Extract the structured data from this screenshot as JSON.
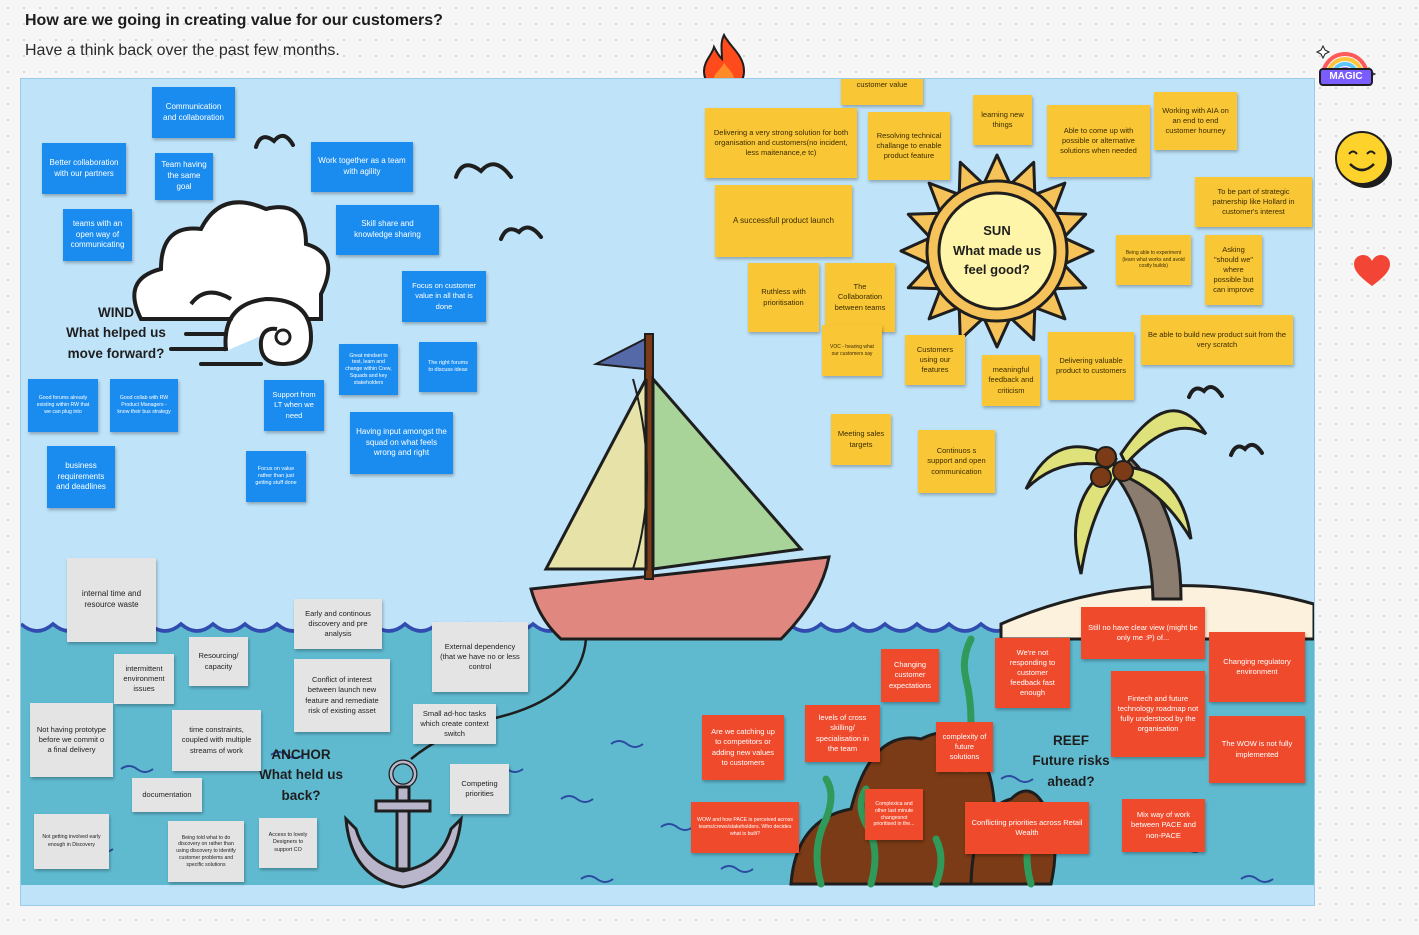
{
  "header": {
    "title": "How are we going in creating value for our customers?",
    "subtitle": "Have a think back over the past few months."
  },
  "icons": [
    "fire-icon",
    "magic-rainbow-icon",
    "smiley-icon",
    "heart-icon",
    "bird-icon",
    "cloud-icon",
    "wind-icon",
    "sun-icon",
    "sailboat-icon",
    "anchor-icon",
    "palm-tree-icon",
    "reef-icon",
    "seaweed-icon"
  ],
  "colors": {
    "sky": "#bfe3f9",
    "sea": "#5fbad0",
    "blue_note": "#1a8cf0",
    "yellow_note": "#f9c636",
    "red_note": "#f04a2c",
    "grey_note": "#e4e4e4"
  },
  "sections": {
    "wind": {
      "line1": "WIND",
      "line2": "What helped us",
      "line3": "move forward?"
    },
    "sun": {
      "line1": "SUN",
      "line2": "What made us",
      "line3": "feel good?"
    },
    "anchor": {
      "line1": "ANCHOR",
      "line2": "What held us",
      "line3": "back?"
    },
    "reef": {
      "line1": "REEF",
      "line2": "Future risks",
      "line3": "ahead?"
    }
  },
  "badges": {
    "magic": "MAGIC"
  },
  "notes": {
    "blue": [
      "Communication and collaboration",
      "Better collaboration with our partners",
      "Team having the same goal",
      "Work together as a team with agility",
      "teams with an open way of communicating",
      "Skill share and knowledge sharing",
      "Focus on customer value in all that is done",
      "Great mindset to test, learn and change within Crew, Squads and key stakeholders",
      "The right forums to discuss ideas",
      "Good forums already existing within RW that we can plug into",
      "Good collab with RW Product Managers - know their bus strategy",
      "Support from LT when we need",
      "Having input amongst the squad on what feels wrong and right",
      "business requirements and deadlines",
      "Focus on value rather than just getting stuff done"
    ],
    "yellow": [
      "Being able to deliver customer value",
      "Delivering a very strong solution for both organisation and customers(no incident, less maitenance,e tc)",
      "Resolving technical challange to enable product feature",
      "learning new things",
      "Able to come up with possible or alternative solutions when needed",
      "Working with AIA on an end to end customer hourney",
      "To be part of strategic patnership like Hollard in customer's interest",
      "A successfull product launch",
      "Being able to experiment (learn what works and avoid costly builds)",
      "Asking \"should we\" where possible but can improve",
      "Ruthless with prioritisation",
      "The Collaboration between teams",
      "Be able to build new product suit from the very scratch",
      "VOC - hearing what our customers say",
      "Customers using our features",
      "meaningful feedback and criticism",
      "Delivering valuable product to customers",
      "Meeting sales targets",
      "Continuos s support and open communication"
    ],
    "grey": [
      "internal time and resource waste",
      "Early and continous discovery and pre analysis",
      "Resourcing/ capacity",
      "intermittent environment issues",
      "Conflict of interest between launch new feature and remediate risk of existing asset",
      "External dependency (that we have no or less control",
      "Not having prototype before we commit o a final delivery",
      "time constraints, coupled with multiple streams of work",
      "Small ad-hoc tasks which create context switch",
      "documentation",
      "Competing priorities",
      "Not getting involved early enough in Discovery",
      "Being told what to do discovery on rather than using discovery to identify customer problems and specific solutions",
      "Access to lovely Designers to support CO"
    ],
    "red": [
      "Still no have clear view (might be only me :P) of...",
      "Changing regulatory environment",
      "Changing customer expectations",
      "We're not responding to customer feedback fast enough",
      "Fintech and future technology roadmap not fully understood by the organisation",
      "levels of cross skilling/ specialisation in the team",
      "Are we catching up to competitors or adding new values to customers",
      "complexity of future solutions",
      "The WOW is not fully implemented",
      "Complexica and other last minute changesnot prioritised in the...",
      "WOW and how PACE is perceived across teams/crews/stakeholders. Who decides what is built?",
      "Conflicting priorities across Retail Wealth",
      "Mix way of work between PACE and non-PACE"
    ]
  }
}
